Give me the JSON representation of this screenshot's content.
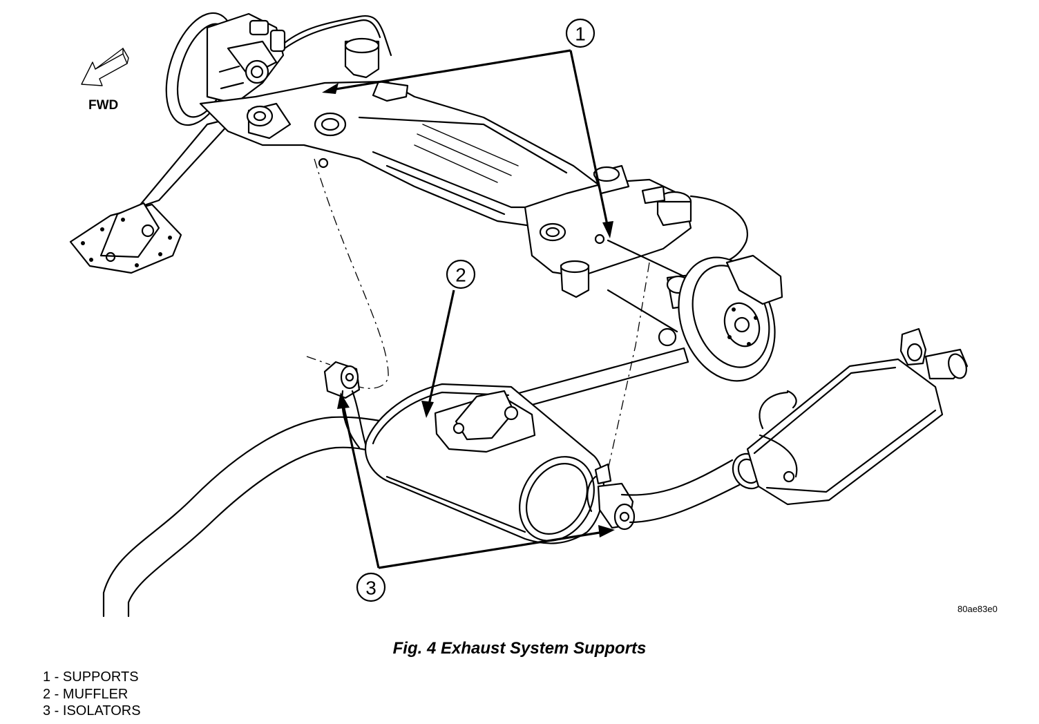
{
  "figure": {
    "caption": "Fig. 4 Exhaust System Supports",
    "reference_code": "80ae83e0",
    "direction_label": "FWD"
  },
  "callouts": [
    {
      "number": "1"
    },
    {
      "number": "2"
    },
    {
      "number": "3"
    }
  ],
  "legend": [
    {
      "number": "1",
      "separator": " - ",
      "text": "SUPPORTS"
    },
    {
      "number": "2",
      "separator": " - ",
      "text": "MUFFLER"
    },
    {
      "number": "3",
      "separator": " - ",
      "text": "ISOLATORS"
    }
  ]
}
